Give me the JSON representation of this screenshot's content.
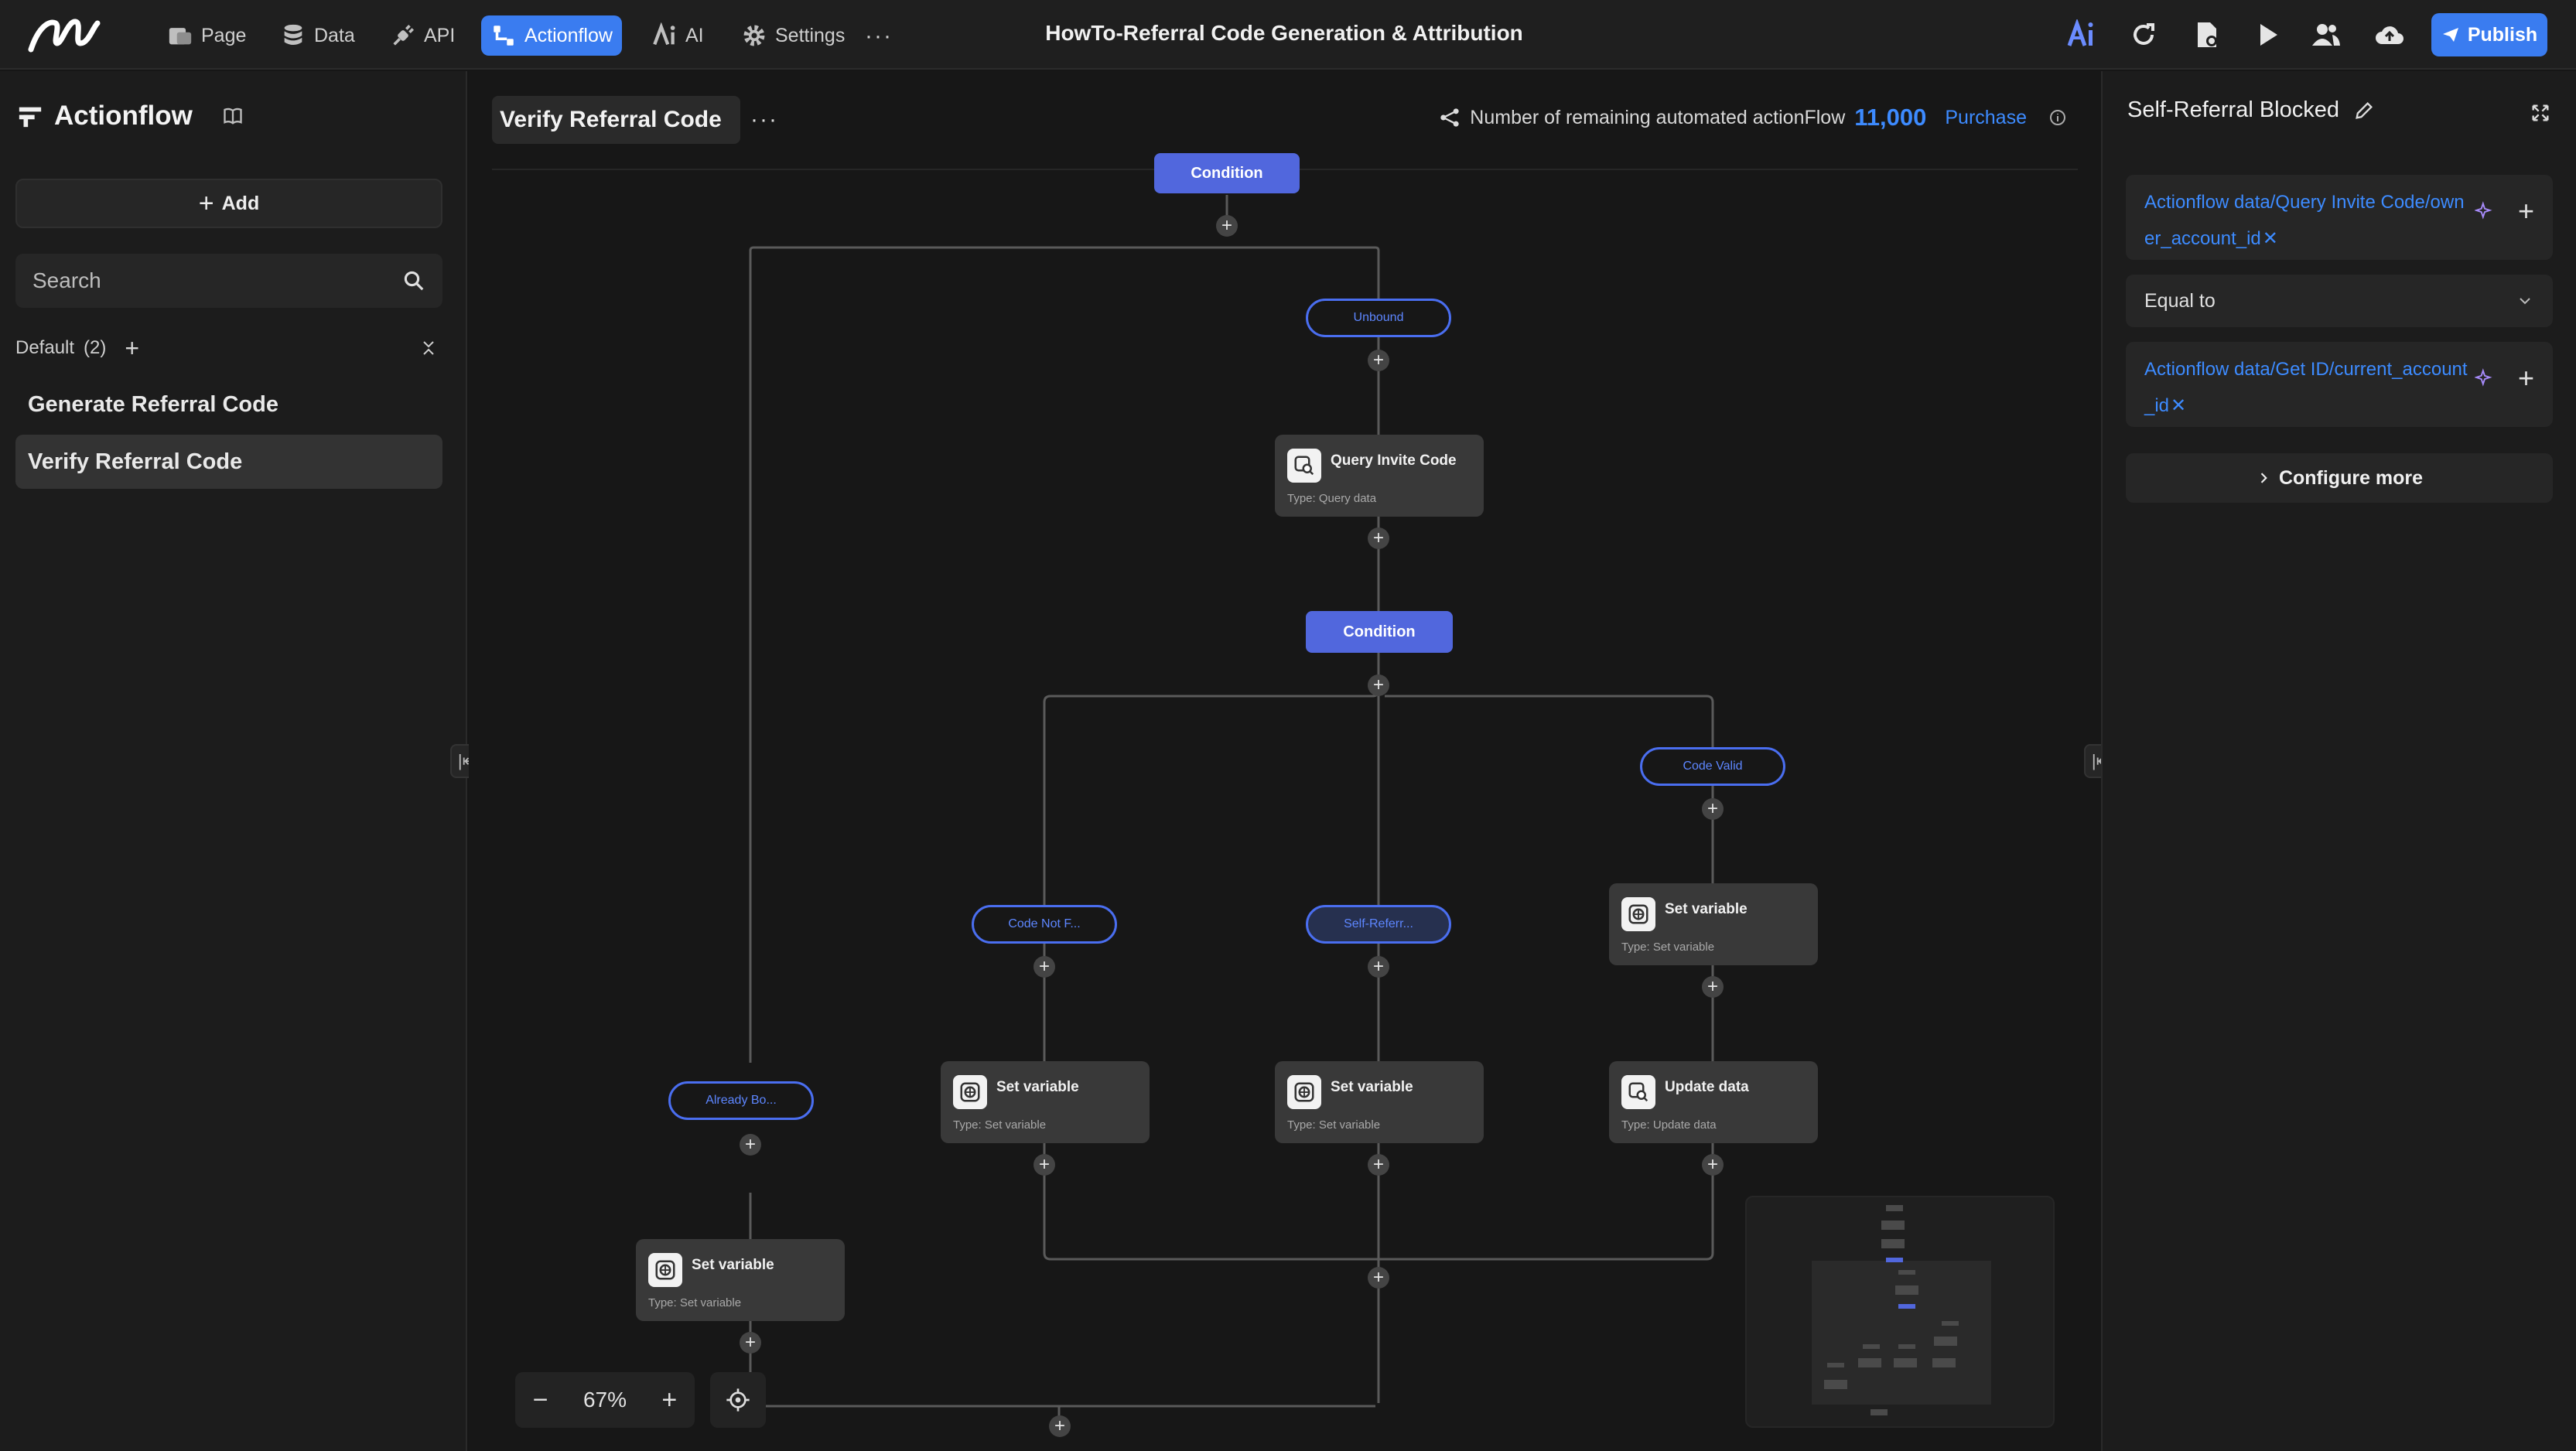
{
  "app": {
    "title": "HowTo-Referral Code Generation & Attribution",
    "publish_label": "Publish"
  },
  "nav": {
    "page": "Page",
    "data": "Data",
    "api": "API",
    "actionflow": "Actionflow",
    "ai": "AI",
    "settings": "Settings"
  },
  "sidebar": {
    "title": "Actionflow",
    "add_label": "Add",
    "search_placeholder": "Search",
    "group": {
      "name": "Default",
      "count": "(2)"
    },
    "items": [
      {
        "label": "Generate Referral Code",
        "selected": false
      },
      {
        "label": "Verify Referral Code",
        "selected": true
      }
    ]
  },
  "canvas": {
    "flow_title": "Verify Referral Code",
    "remaining_label": "Number of remaining automated actionFlow",
    "remaining_value": "11,000",
    "purchase_label": "Purchase",
    "zoom": "67%",
    "type_prefix": "Type:",
    "conditions": {
      "top": "Condition",
      "middle": "Condition"
    },
    "branches": {
      "unbound": "Unbound",
      "code_valid": "Code Valid",
      "code_not_found": "Code Not F...",
      "self_referral": "Self-Referr...",
      "already_bound": "Already Bo..."
    },
    "nodes": {
      "query_invite": {
        "name": "Query Invite Code",
        "type": "Query data"
      },
      "set_var_valid": {
        "name": "Set variable",
        "type": "Set variable"
      },
      "set_var_notfound": {
        "name": "Set variable",
        "type": "Set variable"
      },
      "set_var_self": {
        "name": "Set variable",
        "type": "Set variable"
      },
      "update_data": {
        "name": "Update data",
        "type": "Update data"
      },
      "set_var_bound": {
        "name": "Set variable",
        "type": "Set variable"
      }
    }
  },
  "panel": {
    "title": "Self-Referral Blocked",
    "left_operand": "Actionflow data/Query Invite Code/owner_account_id",
    "operator": "Equal to",
    "right_operand": "Actionflow data/Get ID/current_account_id",
    "configure_more": "Configure more"
  },
  "colors": {
    "accent": "#3a7cf0",
    "link": "#3d8bff",
    "condition": "#5167dd",
    "branch_border": "#4a6ef0"
  }
}
